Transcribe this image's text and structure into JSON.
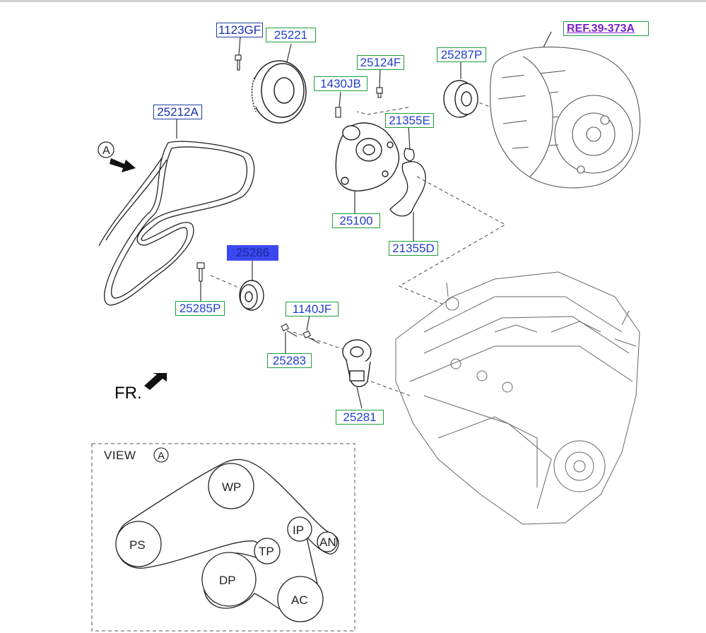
{
  "parts": {
    "p1123GF": "1123GF",
    "p25221": "25221",
    "p25212A": "25212A",
    "p1430JB": "1430JB",
    "p25124F": "25124F",
    "p25287P": "25287P",
    "p21355E": "21355E",
    "p25100": "25100",
    "p21355D": "21355D",
    "p25286": "25286",
    "p25285P": "25285P",
    "p1140JF": "1140JF",
    "p25283": "25283",
    "p25281": "25281"
  },
  "reference": "REF.39-373A",
  "callout": "A",
  "front_label": "FR.",
  "view": {
    "title": "VIEW",
    "marker": "A",
    "pulleys": {
      "wp": "WP",
      "ps": "PS",
      "ip": "IP",
      "an": "AN",
      "tp": "TP",
      "dp": "DP",
      "ac": "AC"
    }
  }
}
